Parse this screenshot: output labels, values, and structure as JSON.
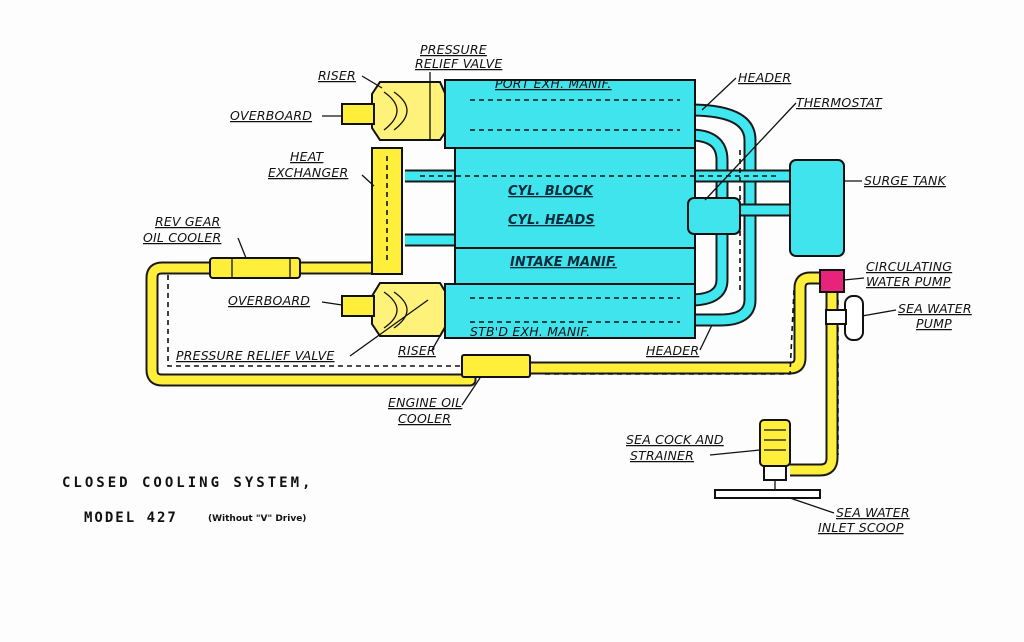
{
  "labels": {
    "pressure_relief_valve_top": [
      "PRESSURE",
      "RELIEF VALVE"
    ],
    "riser_top": "RISER",
    "port_exh_manif": "PORT EXH. MANIF.",
    "header_top": "HEADER",
    "thermostat": "THERMOSTAT",
    "overboard_top": "OVERBOARD",
    "heat_exchanger": [
      "HEAT",
      "EXCHANGER"
    ],
    "surge_tank": "SURGE TANK",
    "cyl_block": "CYL. BLOCK",
    "cyl_heads": "CYL. HEADS",
    "rev_gear_oil_cooler": [
      "REV GEAR",
      "OIL COOLER"
    ],
    "intake_manif": "INTAKE MANIF.",
    "circulating_water_pump": [
      "CIRCULATING",
      "WATER PUMP"
    ],
    "overboard_bottom": "OVERBOARD",
    "sea_water_pump": [
      "SEA WATER",
      "PUMP"
    ],
    "stbd_exh_manif": "STB'D EXH. MANIF.",
    "pressure_relief_valve_bottom": "PRESSURE RELIEF VALVE",
    "riser_bottom": "RISER",
    "header_bottom": "HEADER",
    "engine_oil_cooler": [
      "ENGINE OIL",
      "COOLER"
    ],
    "sea_cock_strainer": [
      "SEA COCK AND",
      "STRAINER"
    ],
    "sea_water_inlet_scoop": [
      "SEA WATER",
      "INLET SCOOP"
    ]
  },
  "caption": {
    "line1": "CLOSED  COOLING  SYSTEM,",
    "line2_main": "MODEL  427",
    "line2_small": "(Without \"V\" Drive)"
  },
  "colors": {
    "fresh_water": "#40e4ec",
    "sea_water": "#ffef3a",
    "circulating_pump": "#e8237a",
    "outline": "#111111"
  }
}
